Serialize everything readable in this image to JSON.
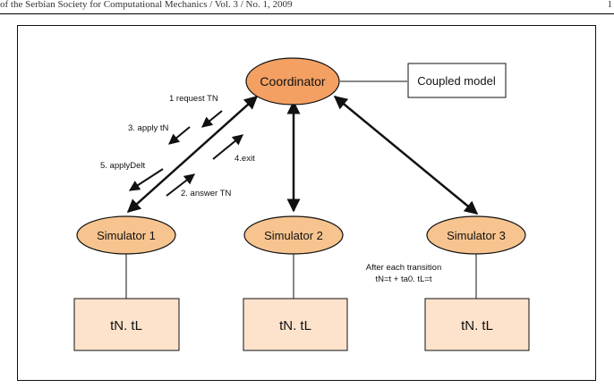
{
  "header": {
    "left": "of the Serbian Society for Computational Mechanics / Vol. 3 / No. 1, 2009",
    "right": "1"
  },
  "diagram": {
    "coordinator": "Coordinator",
    "coupled_model": "Coupled model",
    "simulators": [
      "Simulator 1",
      "Simulator 2",
      "Simulator 3"
    ],
    "states": [
      "tN. tL",
      "tN. tL",
      "tN. tL"
    ],
    "messages": {
      "request": "1 request TN",
      "answer": "2. answer TN",
      "apply_tn": "3. apply tN",
      "exit": "4.exit",
      "apply_delt": "5. applyDelt"
    },
    "note_line1": "After each transition",
    "note_line2": "tN=t + ta0. tL=t"
  },
  "colors": {
    "coordinator_fill": "#f4a063",
    "simulator_fill": "#f7c48f",
    "state_fill": "#fde3cc",
    "line": "#111111"
  }
}
